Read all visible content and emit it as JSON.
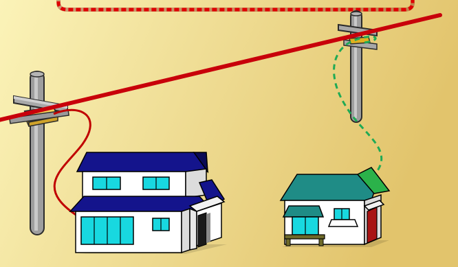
{
  "scene": {
    "colors": {
      "background_light": "#fbf3b8",
      "background_dark": "#e2c46c",
      "power_line": "#c8000a",
      "dashed_banner": "#e00000",
      "drop_wire_red": "#c00000",
      "drop_wire_green": "#1faa55",
      "pole": "#9e9e9e",
      "transformer": "#e0b020",
      "house_left_roof": "#12128a",
      "house_right_roof": "#1f8c86",
      "window": "#18d8e0"
    },
    "elements": [
      "dashed-banner-frame",
      "power-line",
      "left-utility-pole",
      "right-utility-pole",
      "pole-transformer",
      "red-service-drop-wire",
      "green-dashed-service-drop-wire",
      "two-story-house",
      "single-story-house"
    ]
  }
}
